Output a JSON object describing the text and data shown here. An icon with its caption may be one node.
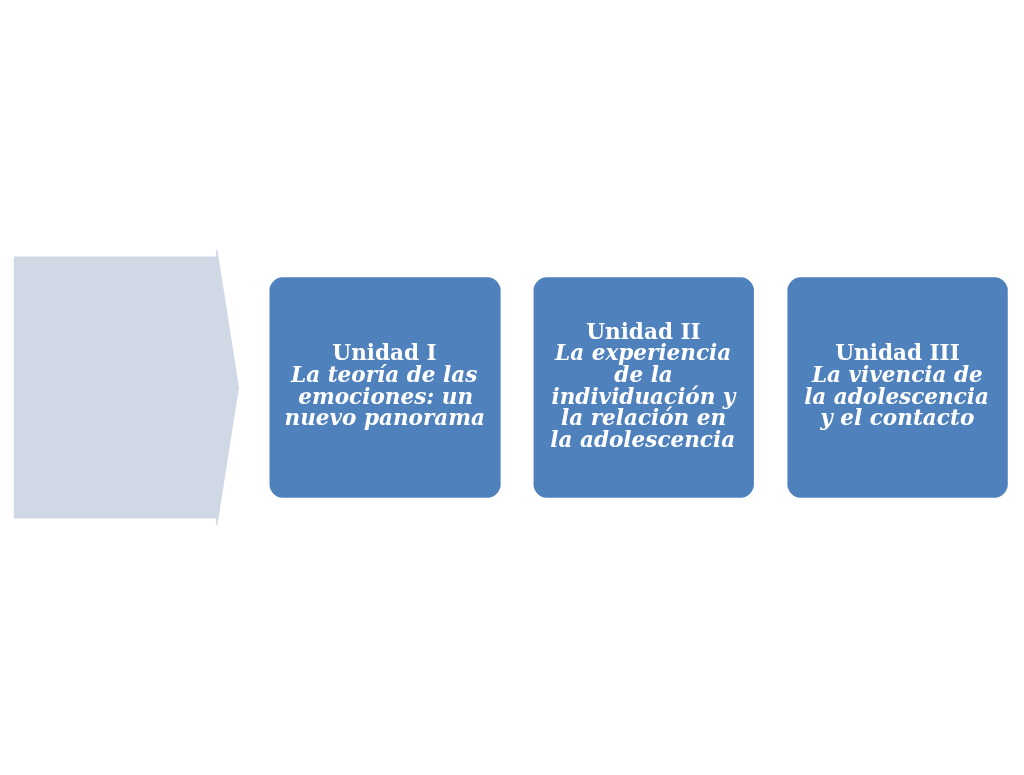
{
  "diagram": {
    "nodes": [
      {
        "text": [],
        "shape": "arrow"
      },
      {
        "text": [
          "Unidad I",
          "La teoría de las emociones: un nuevo panorama"
        ]
      },
      {
        "text": [
          "Unidad II",
          "La experiencia de la individuación y la relación en la adolescencia"
        ]
      },
      {
        "text": [
          "Unidad III",
          "La vivencia de la adolescencia y el contacto"
        ]
      }
    ],
    "edges": []
  }
}
